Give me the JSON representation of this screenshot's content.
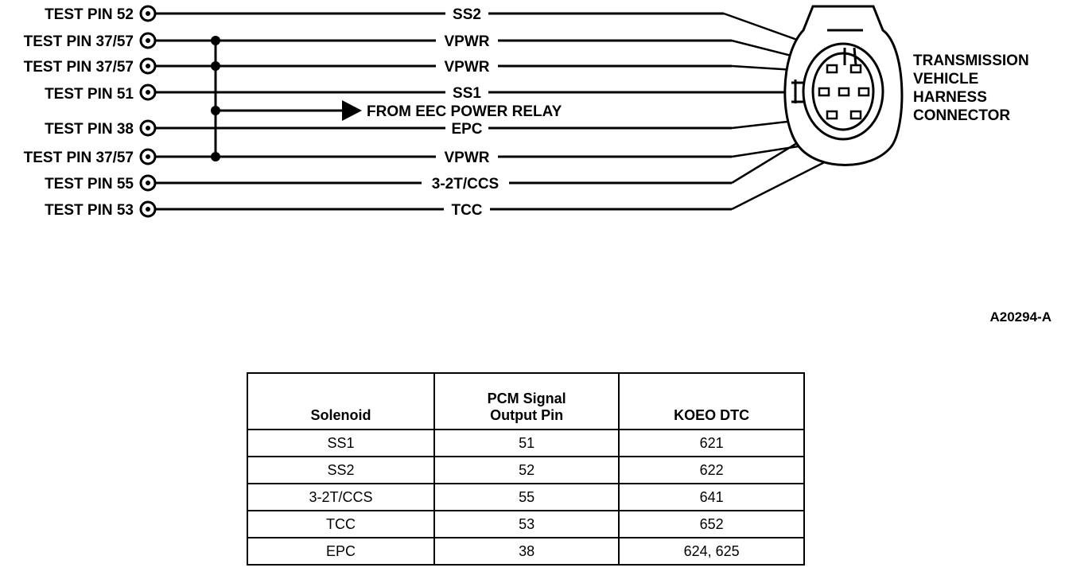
{
  "test_pins": [
    {
      "label": "TEST PIN 52",
      "signal": "SS2"
    },
    {
      "label": "TEST PIN 37/57",
      "signal": "VPWR"
    },
    {
      "label": "TEST PIN 37/57",
      "signal": "VPWR"
    },
    {
      "label": "TEST PIN 51",
      "signal": "SS1"
    },
    {
      "label": "TEST PIN 38",
      "signal": "EPC"
    },
    {
      "label": "TEST PIN 37/57",
      "signal": "VPWR"
    },
    {
      "label": "TEST PIN 55",
      "signal": "3-2T/CCS"
    },
    {
      "label": "TEST PIN 53",
      "signal": "TCC"
    }
  ],
  "power_relay_label": "FROM EEC POWER RELAY",
  "connector_label": [
    "TRANSMISSION",
    "VEHICLE",
    "HARNESS",
    "CONNECTOR"
  ],
  "figure_id": "A20294-A",
  "table": {
    "headers": [
      "Solenoid",
      "PCM Signal",
      "Output Pin",
      "KOEO DTC"
    ],
    "rows": [
      [
        "SS1",
        "51",
        "621"
      ],
      [
        "SS2",
        "52",
        "622"
      ],
      [
        "3-2T/CCS",
        "55",
        "641"
      ],
      [
        "TCC",
        "53",
        "652"
      ],
      [
        "EPC",
        "38",
        "624, 625"
      ]
    ]
  }
}
